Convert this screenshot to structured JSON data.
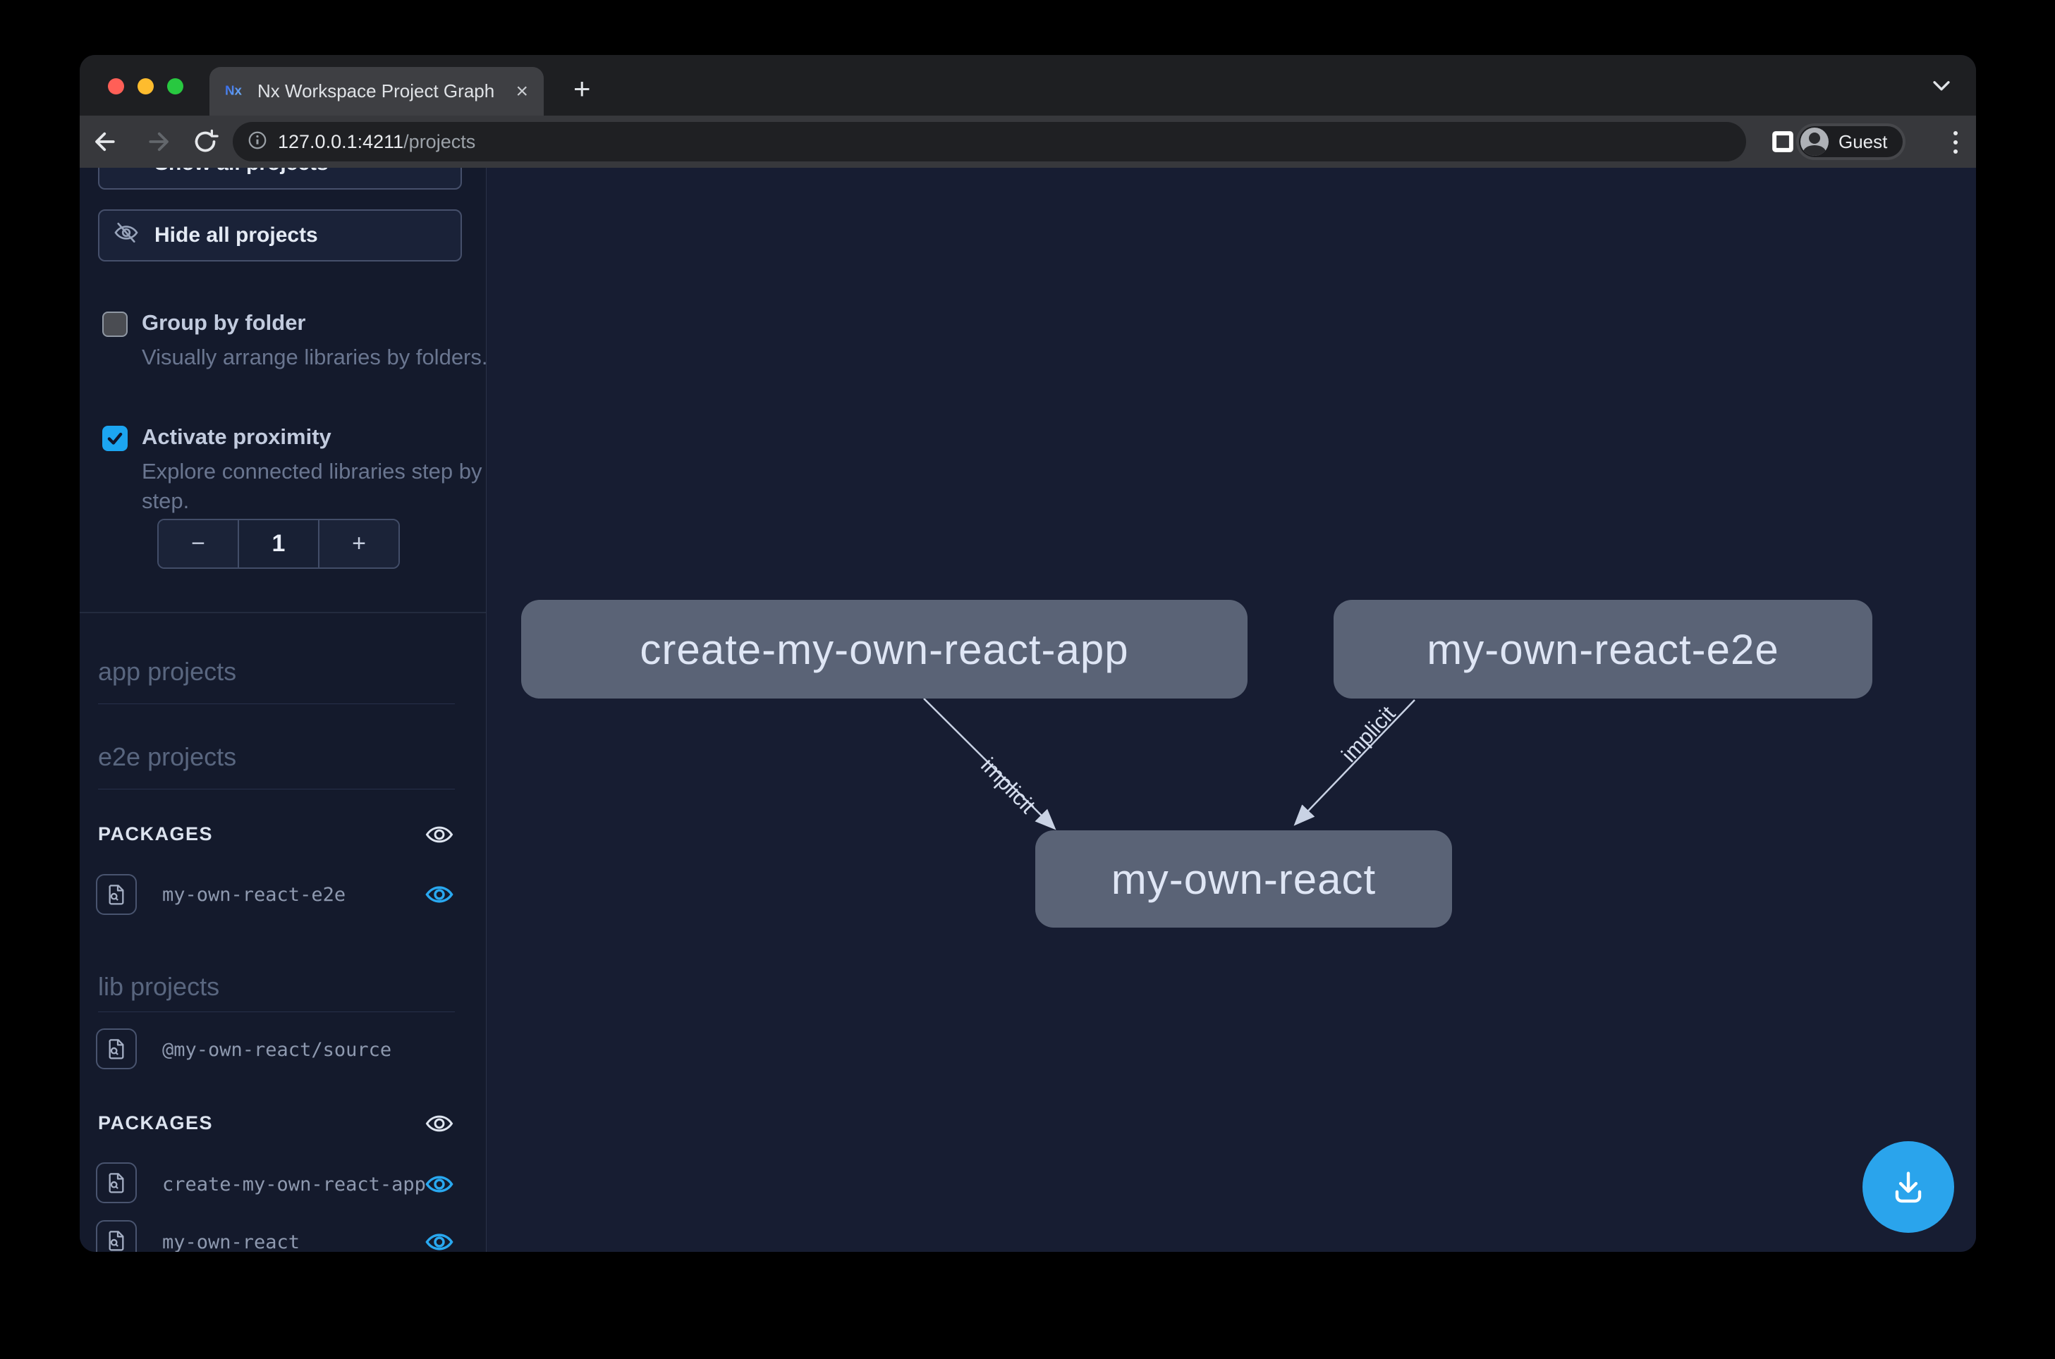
{
  "browser": {
    "tab_title": "Nx Workspace Project Graph",
    "tab_close": "×",
    "new_tab": "+",
    "url_host": "127.0.0.1:4211",
    "url_path": "/projects",
    "profile_name": "Guest"
  },
  "sidebar": {
    "show_all_button": "Show all projects",
    "hide_all_button": "Hide all projects",
    "group_by_folder": {
      "label": "Group by folder",
      "description": "Visually arrange libraries by folders.",
      "checked": false
    },
    "activate_proximity": {
      "label": "Activate proximity",
      "description": "Explore connected libraries step by step.",
      "checked": true
    },
    "proximity_stepper": {
      "decrement": "−",
      "value": "1",
      "increment": "+"
    },
    "headings": {
      "app": "app projects",
      "e2e": "e2e projects",
      "lib": "lib projects"
    },
    "packages_label": "PACKAGES",
    "e2e_packages": [
      "my-own-react-e2e"
    ],
    "lib_projects": [
      "@my-own-react/source"
    ],
    "lib_packages": [
      "create-my-own-react-app",
      "my-own-react"
    ]
  },
  "canvas": {
    "nodes": [
      {
        "label": "create-my-own-react-app"
      },
      {
        "label": "my-own-react-e2e"
      },
      {
        "label": "my-own-react"
      }
    ],
    "edges": [
      {
        "from": "create-my-own-react-app",
        "to": "my-own-react",
        "label": "implicit"
      },
      {
        "from": "my-own-react-e2e",
        "to": "my-own-react",
        "label": "implicit"
      }
    ]
  },
  "colors": {
    "accent_blue": "#2AA4EC",
    "eye_active_blue": "#29A8F0",
    "checkbox_checked": "#1CA5F1",
    "node_fill": "#5A6376",
    "edge_color": "#C9D2E4",
    "sidebar_bg": "#141A2C",
    "canvas_bg": "#171D32",
    "traffic_red": "#FF5F57",
    "traffic_yellow": "#FEBC2E",
    "traffic_green": "#28C840"
  }
}
